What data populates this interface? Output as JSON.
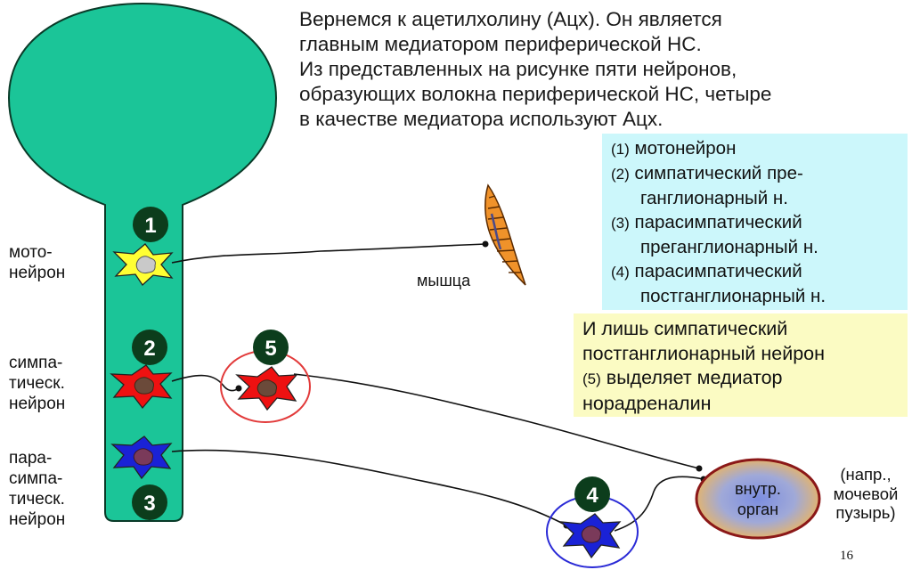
{
  "intro": {
    "lines": [
      "Вернемся к ацетилхолину (Ацх). Он является",
      "главным медиатором периферической НС.",
      "Из представленных на рисунке пяти нейронов,",
      "образующих волокна периферической НС, четыре",
      "в качестве медиатора используют Ацх."
    ]
  },
  "legend": {
    "items": [
      {
        "num": "(1)",
        "line1": "мотонейрон",
        "line2": ""
      },
      {
        "num": "(2)",
        "line1": "симпатический пре-",
        "line2": "ганглионарный н."
      },
      {
        "num": "(3)",
        "line1": "парасимпатический",
        "line2": "преганглионарный н."
      },
      {
        "num": "(4)",
        "line1": "парасимпатический",
        "line2": "постганглионарный н."
      }
    ]
  },
  "note": {
    "line1": "И лишь симпатический",
    "line2": "постганглионарный нейрон",
    "num": "(5)",
    "line3": "выделяет медиатор",
    "line4": "норадреналин"
  },
  "labels": {
    "motor": [
      "мото-",
      "нейрон"
    ],
    "sympathetic": [
      "симпа-",
      "тическ.",
      "нейрон"
    ],
    "parasympathetic": [
      "пара-",
      "симпа-",
      "тическ.",
      "нейрон"
    ],
    "muscle": "мышца",
    "organ": [
      "внутр.",
      "орган"
    ],
    "organ_note": [
      "(напр.,",
      "мочевой",
      "пузырь)"
    ]
  },
  "badges": {
    "n1": "1",
    "n2": "2",
    "n3": "3",
    "n4": "4",
    "n5": "5"
  },
  "colors": {
    "cord": "#1bc598",
    "badge": "#0c3d1c",
    "motor_neuron": "#ffff33",
    "sympathetic_neuron": "#ee1111",
    "parasympathetic_neuron": "#1a22d6",
    "cyan_box": "#ccf7fb",
    "yellow_box": "#fbfbc3",
    "organ_fill": "#f0b65a",
    "organ_center": "#7b8de0",
    "organ_border": "#8b1818"
  },
  "slide_number": "16"
}
